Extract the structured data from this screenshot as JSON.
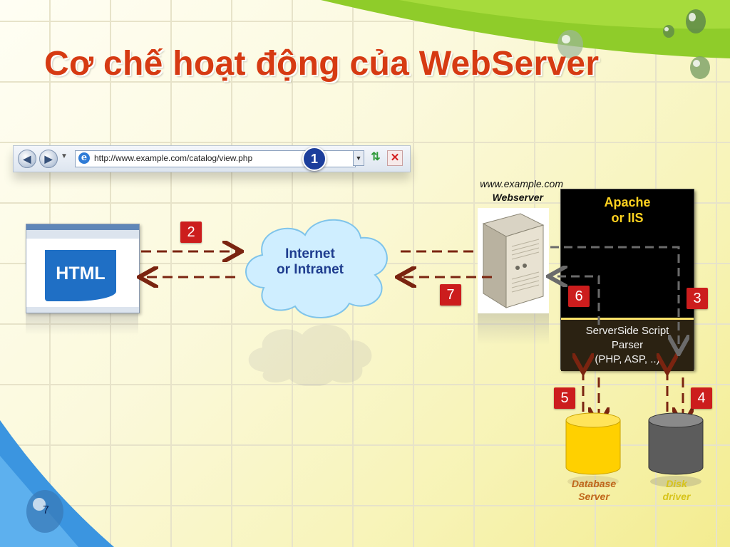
{
  "slide": {
    "title": "Cơ chế hoạt động của WebServer",
    "number": "7",
    "colors": {
      "title": "#d63a12",
      "arrow": "#7a2410",
      "badge": "#cc1d1d",
      "apache_text": "#ffd21f"
    }
  },
  "browser_bar": {
    "back_icon": "back-arrow-icon",
    "forward_icon": "forward-arrow-icon",
    "url": "http://www.example.com/catalog/view.php",
    "step": "1"
  },
  "client": {
    "page_label": "HTML"
  },
  "network": {
    "line1": "Internet",
    "line2": "or Intranet"
  },
  "server": {
    "url": "www.example.com",
    "label": "Webserver",
    "software_line1": "Apache",
    "software_line2": "or IIS",
    "parser_line1": "ServerSide Script",
    "parser_line2": "Parser",
    "parser_line3": "(PHP, ASP, ..)"
  },
  "storage": {
    "database_line1": "Database",
    "database_line2": "Server",
    "disk_line1": "Disk",
    "disk_line2": "driver"
  },
  "steps": {
    "s2": "2",
    "s3": "3",
    "s4": "4",
    "s5": "5",
    "s6": "6",
    "s7": "7"
  }
}
